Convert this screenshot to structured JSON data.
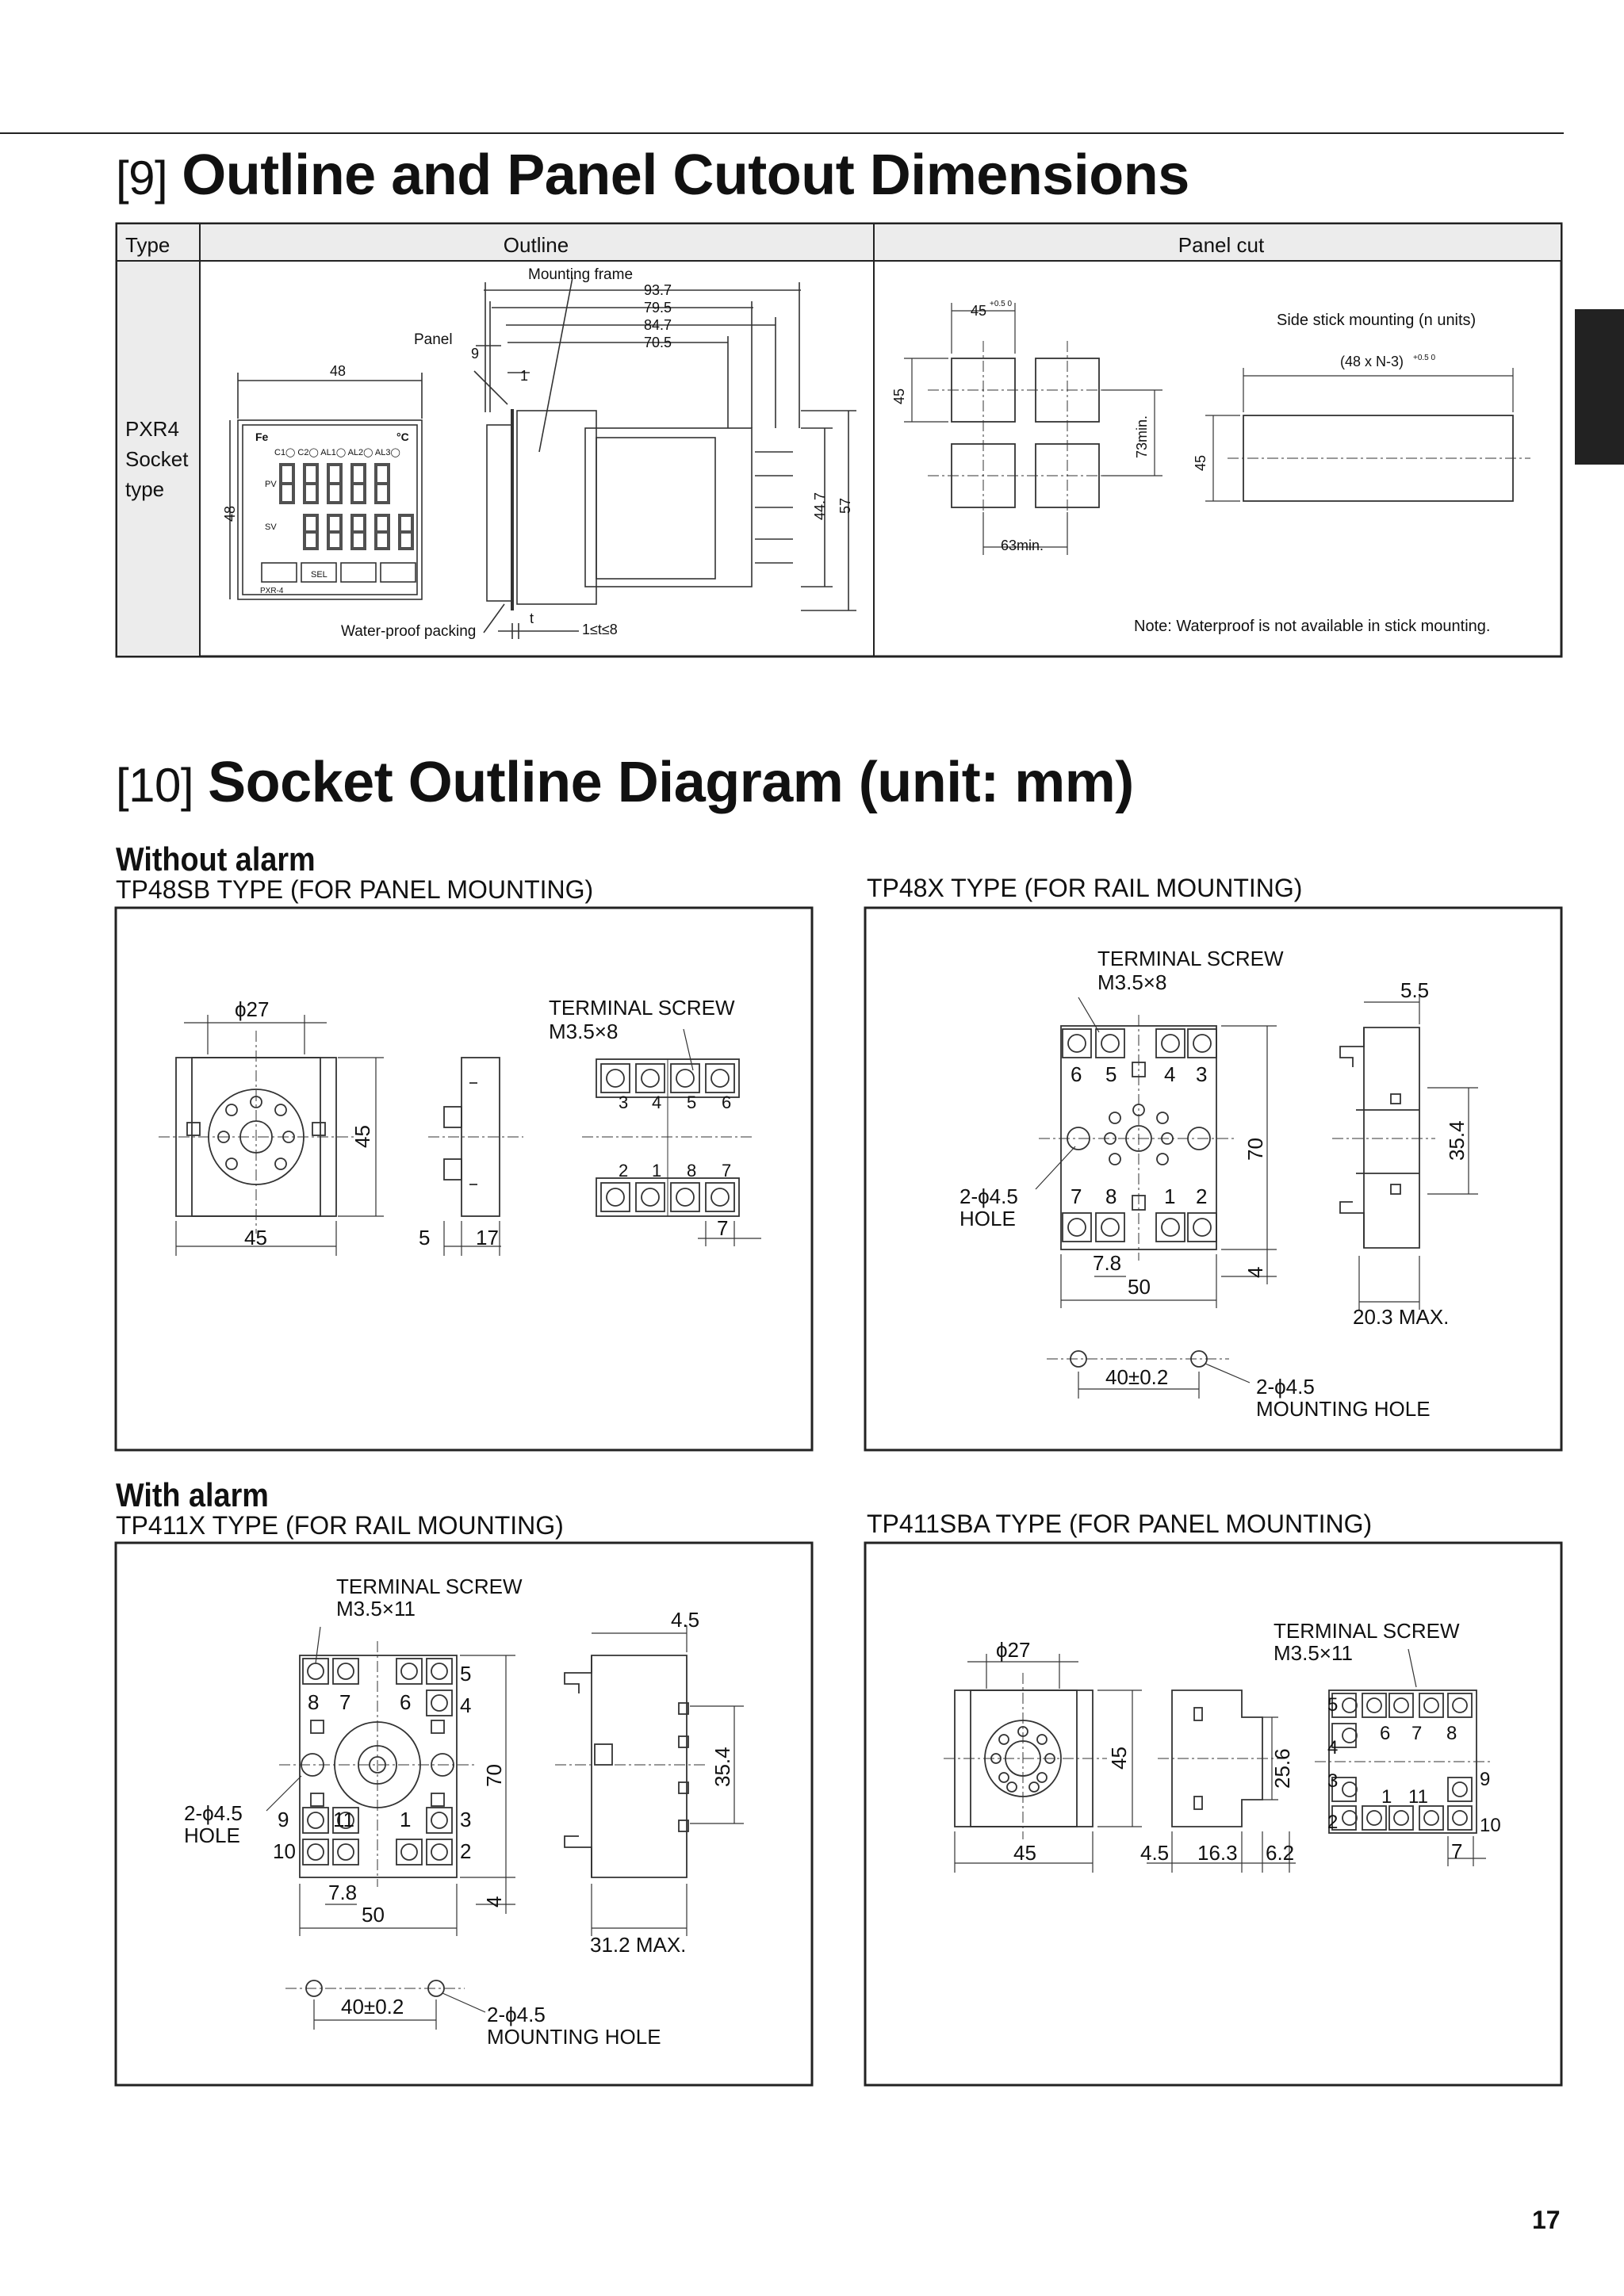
{
  "section9": {
    "number": "[9]",
    "title": "Outline and Panel Cutout Dimensions",
    "table": {
      "headers": {
        "type": "Type",
        "outline": "Outline",
        "panel_cut": "Panel cut"
      },
      "type_cell": [
        "PXR4",
        "Socket",
        "type"
      ]
    },
    "outline": {
      "mounting_frame": "Mounting frame",
      "panel": "Panel",
      "water_proof": "Water-proof packing",
      "dims": [
        "93.7",
        "79.5",
        "84.7",
        "70.5",
        "48",
        "9",
        "1",
        "48",
        "44.7",
        "57",
        "t",
        "1≤t≤8"
      ],
      "front": {
        "brand": "Fe",
        "unit": "°C",
        "indicators": "C1◯ C2◯ AL1◯ AL2◯ AL3◯",
        "pv": "PV",
        "sv": "SV",
        "sel": "SEL",
        "model": "PXR-4"
      }
    },
    "panel_cut": {
      "dim_45a": "45",
      "tol_a": "+0.5 0",
      "dim_45b": "45",
      "dim_73": "73min.",
      "dim_63": "63min.",
      "dim_45c": "45",
      "side_stick": "Side stick mounting (n units)",
      "formula": "(48 x N-3)",
      "formula_tol": "+0.5 0",
      "note": "Note: Waterproof is not available in stick mounting."
    }
  },
  "section10": {
    "number": "[10]",
    "title": "Socket Outline Diagram (unit: mm)",
    "without_alarm": "Without alarm",
    "with_alarm": "With alarm",
    "tp48sb": {
      "caption": "TP48SB  TYPE (FOR PANEL MOUNTING)",
      "phi27": "ϕ27",
      "ts1": "TERMINAL SCREW",
      "ts2": "M3.5×8",
      "d45v": "45",
      "d45h": "45",
      "d5": "5",
      "d17": "17",
      "d7": "7",
      "top_nums": [
        "3",
        "4",
        "5",
        "6"
      ],
      "bot_nums": [
        "2",
        "1",
        "8",
        "7"
      ]
    },
    "tp48x": {
      "caption": "TP48X  TYPE (FOR RAIL MOUNTING)",
      "ts1": "TERMINAL SCREW",
      "ts2": "M3.5×8",
      "top_nums": [
        "6",
        "5",
        "4",
        "3"
      ],
      "bot_nums": [
        "7",
        "8",
        "1",
        "2"
      ],
      "hole1": "2-ϕ4.5",
      "hole2": "HOLE",
      "d78": "7.8",
      "d50": "50",
      "d70": "70",
      "d4": "4",
      "d55": "5.5",
      "d354": "35.4",
      "d203": "20.3 MAX.",
      "d40": "40±0.2",
      "mh1": "2-ϕ4.5",
      "mh2": "MOUNTING HOLE"
    },
    "tp411x": {
      "caption": "TP411X  TYPE (FOR RAIL MOUNTING)",
      "ts1": "TERMINAL SCREW",
      "ts2": "M3.5×11",
      "nums": [
        "8",
        "7",
        "6",
        "5",
        "4",
        "9",
        "11",
        "1",
        "3",
        "10",
        "2"
      ],
      "hole1": "2-ϕ4.5",
      "hole2": "HOLE",
      "d78": "7.8",
      "d50": "50",
      "d70": "70",
      "d4": "4",
      "d45": "4.5",
      "d354": "35.4",
      "d312": "31.2 MAX.",
      "d40": "40±0.2",
      "mh1": "2-ϕ4.5",
      "mh2": "MOUNTING HOLE"
    },
    "tp411sba": {
      "caption": "TP411SBA  TYPE (FOR PANEL MOUNTING)",
      "phi27": "ϕ27",
      "ts1": "TERMINAL SCREW",
      "ts2": "M3.5×11",
      "d45v": "45",
      "d45h": "45",
      "d45": "4.5",
      "d163": "16.3",
      "d62": "6.2",
      "d256": "25.6",
      "d7": "7",
      "nums": [
        "5",
        "4",
        "6",
        "7",
        "8",
        "3",
        "1",
        "11",
        "9",
        "2",
        "10"
      ]
    }
  },
  "page_number": "17"
}
